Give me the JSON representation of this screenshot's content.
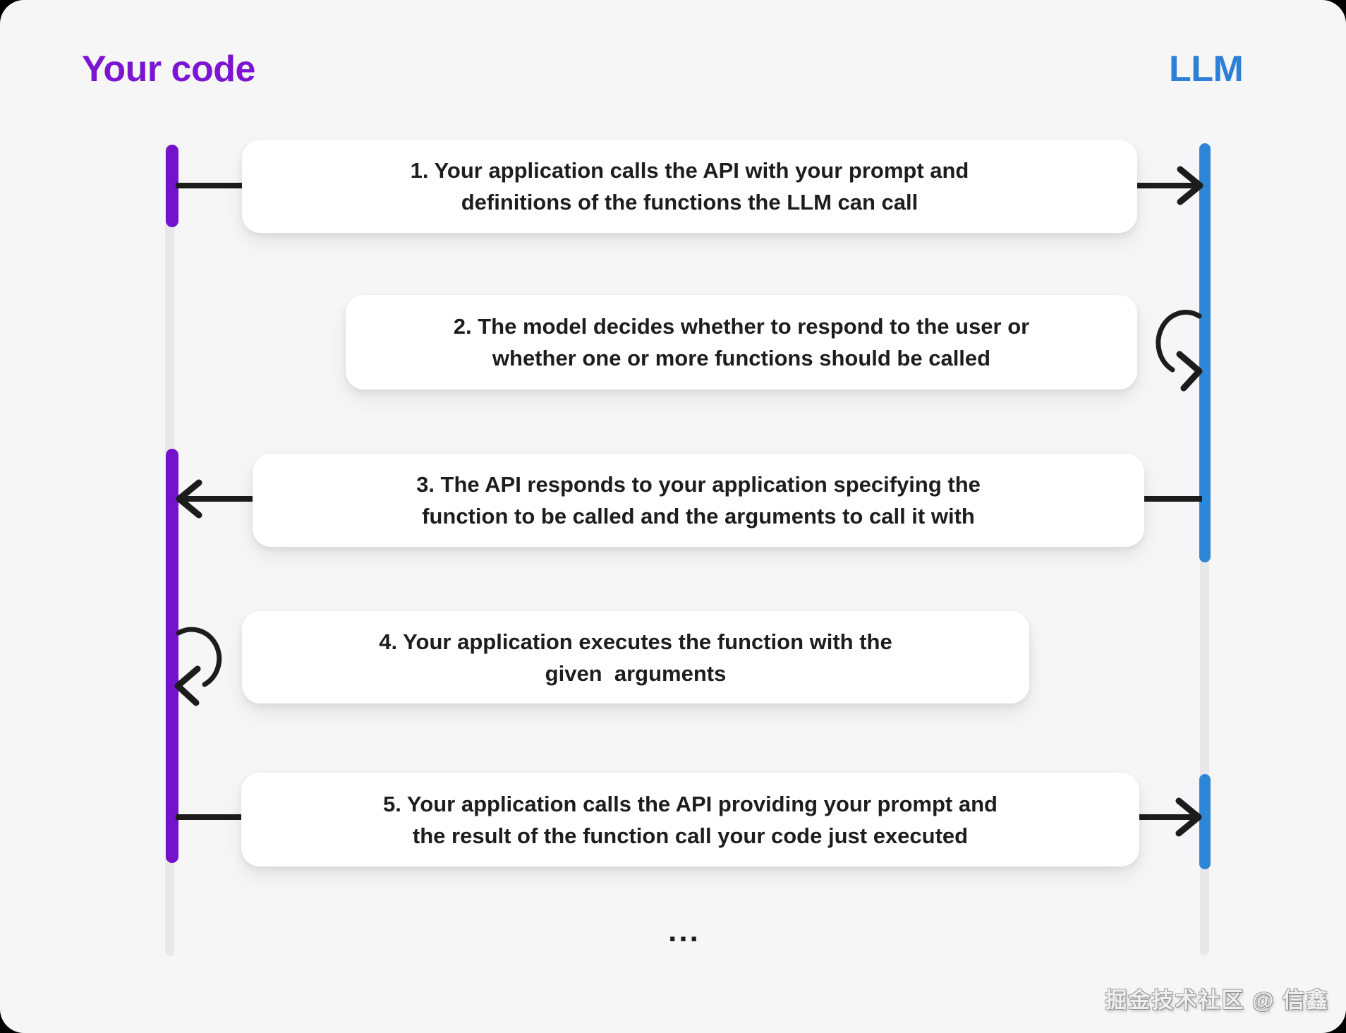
{
  "diagram": {
    "actors": {
      "left": {
        "label": "Your code",
        "color": "#7c15d1"
      },
      "right": {
        "label": "LLM",
        "color": "#2e7fd6"
      }
    },
    "steps": [
      {
        "line1": "1. Your application calls the API with your prompt and",
        "line2": "definitions of the functions the LLM can call"
      },
      {
        "line1": "2. The model decides whether to respond to the user or",
        "line2": "whether one or more functions should be called"
      },
      {
        "line1": "3. The API responds to your application specifying the",
        "line2": "function to be called and the arguments to call it with"
      },
      {
        "line1": "4. Your application executes the function with the",
        "line2": "given  arguments"
      },
      {
        "line1": "5. Your application calls the API providing your prompt and",
        "line2": "the result of the function call your code just executed"
      }
    ],
    "continuation": "...",
    "watermark": "掘金技术社区 @ 信鑫",
    "colors": {
      "purple_bar": "#7413ce",
      "blue_bar": "#2e86d6",
      "arrow": "#1c1c1c",
      "lifeline": "#e8e8ea",
      "panel_background": "#f6f6f7",
      "box_background": "#ffffff",
      "box_text": "#1d1d1f"
    }
  }
}
